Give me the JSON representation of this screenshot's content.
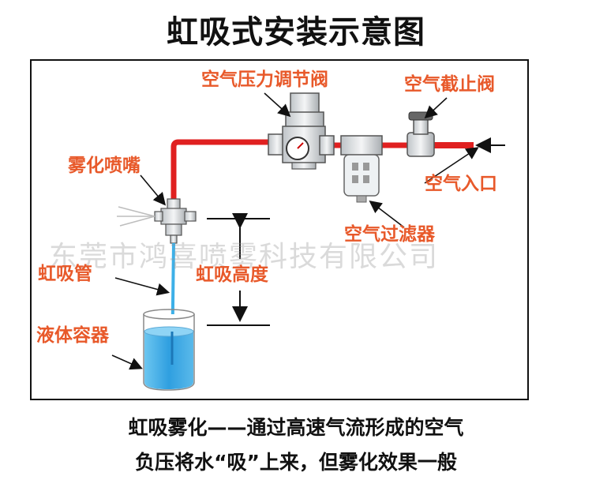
{
  "title": "虹吸式安装示意图",
  "labels": {
    "regulator": "空气压力调节阀",
    "shutoff": "空气截止阀",
    "nozzle": "雾化喷嘴",
    "inlet": "空气入口",
    "filter": "空气过滤器",
    "tube": "虹吸管",
    "height": "虹吸高度",
    "container": "液体容器"
  },
  "watermark": "东莞市鸿喜喷雾科技有限公司",
  "caption": {
    "line1": "虹吸雾化——通过高速气流形成的空气",
    "line2": "负压将水“吸”上来，但雾化效果一般"
  },
  "colors": {
    "label": "#e8592a",
    "pipe": "#e02020",
    "water": "#3aa6e0",
    "tube": "#3db0e8"
  }
}
